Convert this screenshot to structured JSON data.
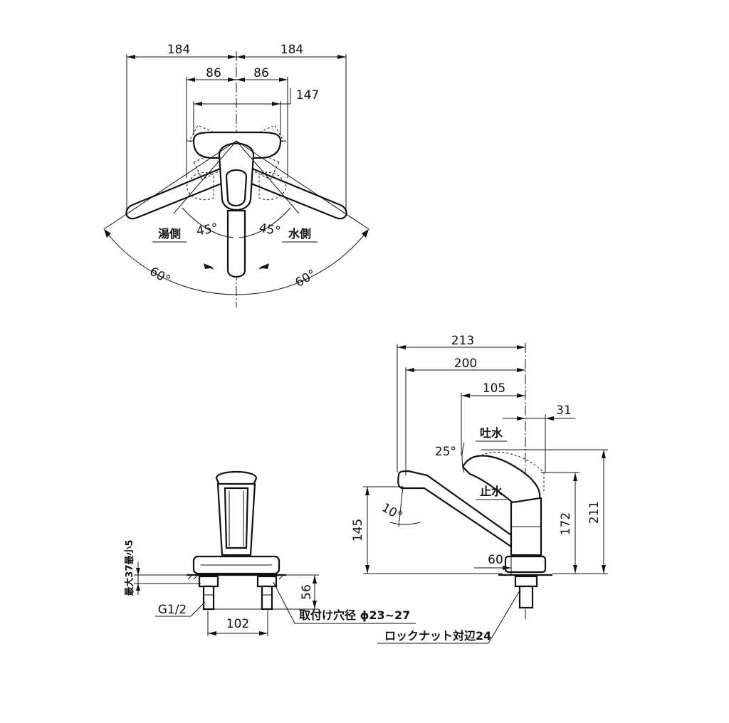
{
  "top_view": {
    "dim_left_outer": "184",
    "dim_right_outer": "184",
    "dim_left_inner": "86",
    "dim_right_inner": "86",
    "dim_lever": "147",
    "label_hot": "湯側",
    "label_cold": "水側",
    "angle_left_inner": "45°",
    "angle_right_inner": "45°",
    "angle_left_outer": "60°",
    "angle_right_outer": "60°"
  },
  "front_view": {
    "dim_counter_thickness": "最大37最小5",
    "dim_shank_length": "56",
    "dim_thread": "G1/2",
    "dim_hole_spacing": "102",
    "note_mount_hole": "取付け穴径 ϕ23~27"
  },
  "side_view": {
    "dim_213": "213",
    "dim_200": "200",
    "dim_105": "105",
    "dim_31": "31",
    "label_spout_open": "吐水",
    "label_spout_close": "止水",
    "angle_lever": "25°",
    "angle_spout": "10°",
    "dim_145": "145",
    "dim_172": "172",
    "dim_211": "211",
    "dim_60": "60",
    "note_locknut": "ロックナット対辺24"
  }
}
